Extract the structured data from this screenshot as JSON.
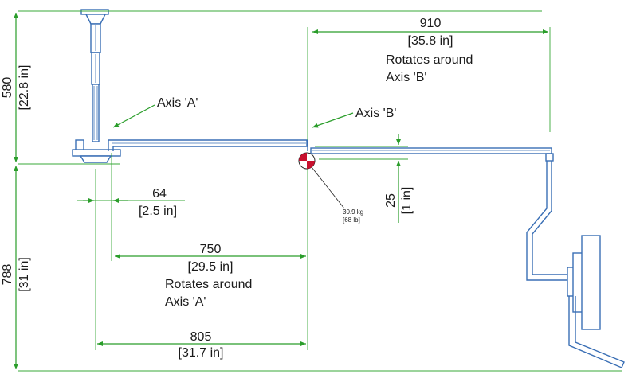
{
  "dimensions": {
    "d910": {
      "value": "910",
      "inch": "[35.8 in]",
      "note_line1": "Rotates around",
      "note_line2": "Axis 'B'"
    },
    "d580": {
      "value": "580",
      "inch": "[22.8 in]"
    },
    "d64": {
      "value": "64",
      "inch": "[2.5 in]"
    },
    "d750": {
      "value": "750",
      "inch": "[29.5 in]",
      "note_line1": "Rotates around",
      "note_line2": "Axis 'A'"
    },
    "d805": {
      "value": "805",
      "inch": "[31.7 in]"
    },
    "d788": {
      "value": "788",
      "inch": "[31 in]"
    },
    "d25": {
      "value": "25",
      "inch": "[1 in]"
    }
  },
  "axes": {
    "a": "Axis 'A'",
    "b": "Axis 'B'"
  },
  "center_of_gravity": {
    "weight_kg": "30.9 kg",
    "weight_lb": "[68 lb]",
    "colors": {
      "fill": "#c8102e",
      "background": "#ffffff"
    }
  },
  "colors": {
    "dimension": "#2a9d2a",
    "part": "#3a6fb5",
    "text": "#1a1a1a"
  }
}
